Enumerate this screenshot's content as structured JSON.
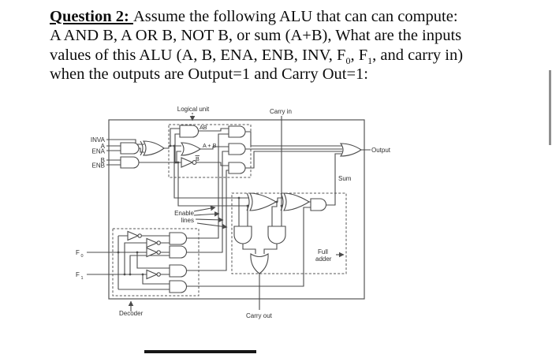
{
  "question": {
    "label": "Question 2: ",
    "line1_rest": "Assume the following ALU that can can compute:",
    "line2": "A AND B, A OR B, NOT B, or sum (A+B), What are the inputs",
    "line3a": "values of this ALU (A, B, ENA, ENB, INV, F",
    "line3_sub0": "0",
    "line3b": ", F",
    "line3_sub1": "1",
    "line3c": ", and carry in)",
    "line4": "when the outputs are Output=1 and Carry Out=1:"
  },
  "diagram": {
    "labels": {
      "logical_unit": "Logical unit",
      "carry_in": "Carry in",
      "output": "Output",
      "sum": "Sum",
      "enable_word1": "Enable",
      "enable_word2": "lines",
      "full_adder_word1": "Full",
      "full_adder_word2": "adder",
      "decoder": "Decoder",
      "carry_out": "Carry out",
      "input_inva": "INVA",
      "input_a": "A",
      "input_ena": "ENA",
      "input_b": "B",
      "input_enb": "ENB",
      "f_letter": "F",
      "f0_sub": "0",
      "f1_sub": "1",
      "gate_ab": "AB",
      "gate_a_plus_b": "A + B",
      "gate_b_bar": "B"
    },
    "colors": {
      "wire": "#4b4b4b",
      "label_text": "#2d2d2d"
    }
  }
}
